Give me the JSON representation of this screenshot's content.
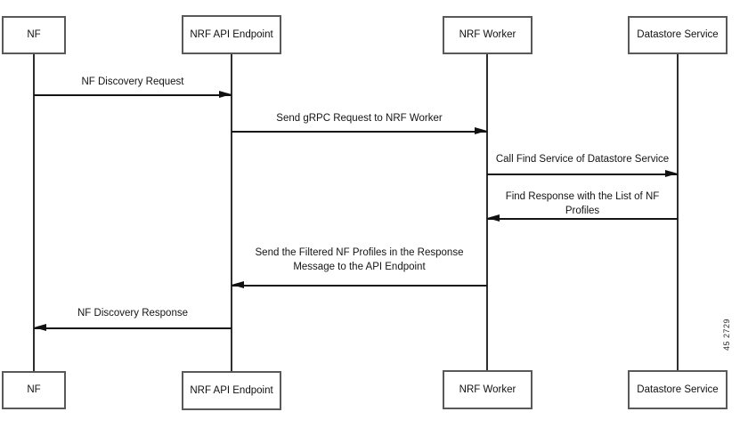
{
  "diagram": {
    "type": "sequence-diagram",
    "watermark": "45 2729",
    "colors": {
      "background": "#ffffff",
      "box_border": "#595959",
      "line": "#141414",
      "text": "#141414"
    },
    "actors": [
      {
        "label": "NF"
      },
      {
        "label": "NRF API Endpoint"
      },
      {
        "label": "NRF Worker"
      },
      {
        "label": "Datastore Service"
      }
    ],
    "messages": [
      {
        "label": "NF Discovery Request",
        "from": "NF",
        "to": "NRF API Endpoint",
        "direction": "right"
      },
      {
        "label": "Send gRPC Request to NRF Worker",
        "from": "NRF API Endpoint",
        "to": "NRF Worker",
        "direction": "right"
      },
      {
        "label": "Call Find Service of Datastore Service",
        "from": "NRF Worker",
        "to": "Datastore Service",
        "direction": "right"
      },
      {
        "label": "Find Response with the List of NF Profiles",
        "from": "Datastore Service",
        "to": "NRF Worker",
        "direction": "left"
      },
      {
        "label": "Send the Filtered NF Profiles in the Response Message to the API Endpoint",
        "from": "NRF Worker",
        "to": "NRF API Endpoint",
        "direction": "left"
      },
      {
        "label": "NF Discovery Response",
        "from": "NRF API Endpoint",
        "to": "NF",
        "direction": "left"
      }
    ]
  }
}
